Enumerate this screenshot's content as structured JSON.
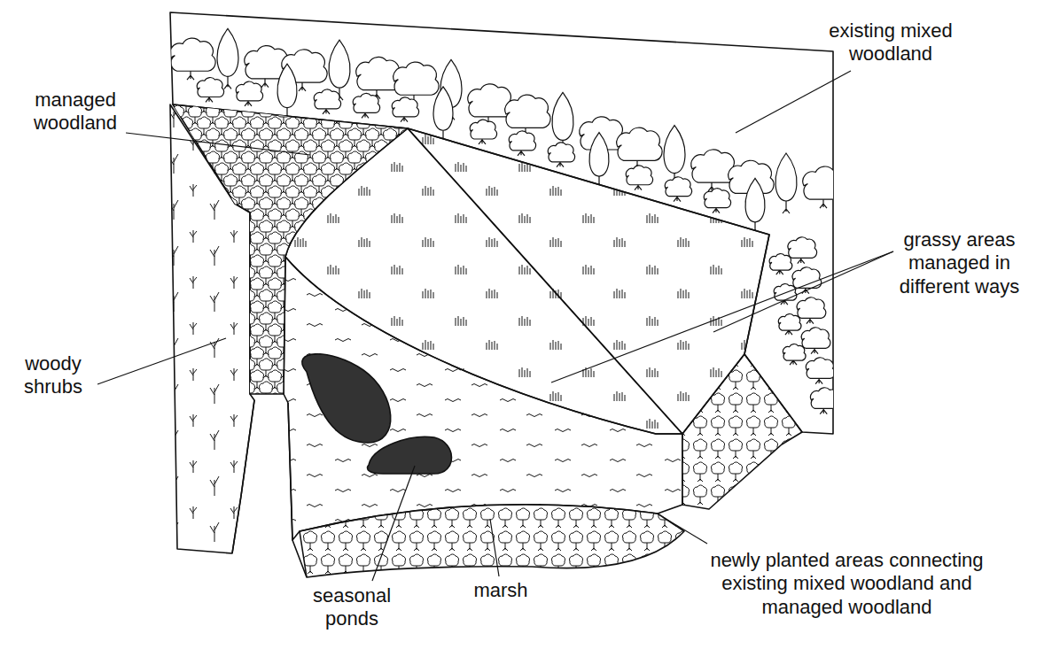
{
  "diagram": {
    "labels": [
      "existing mixed woodland",
      "managed woodland",
      "woody shrubs",
      "grassy areas managed in different ways",
      "seasonal ponds",
      "marsh",
      "newly planted areas connecting existing mixed woodland and managed woodland"
    ]
  }
}
